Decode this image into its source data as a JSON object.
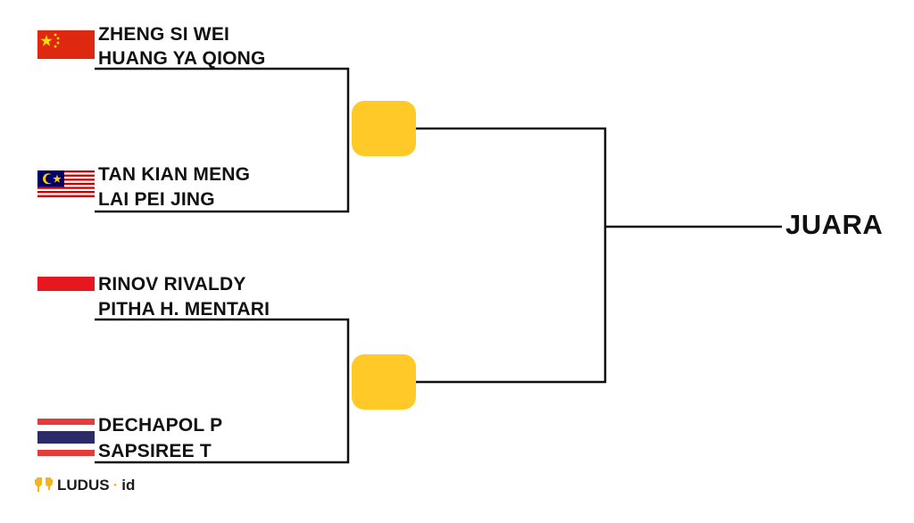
{
  "bracket": {
    "matches": [
      {
        "pairs": [
          {
            "country": "china",
            "player1": "ZHENG SI WEI",
            "player2": "HUANG YA QIONG"
          },
          {
            "country": "malaysia",
            "player1": "TAN KIAN MENG",
            "player2": "LAI PEI JING"
          }
        ]
      },
      {
        "pairs": [
          {
            "country": "indonesia",
            "player1": "RINOV RIVALDY",
            "player2": "PITHA H. MENTARI"
          },
          {
            "country": "thailand",
            "player1": "DECHAPOL P",
            "player2": "SAPSIREE T"
          }
        ]
      }
    ],
    "final_label": "JUARA"
  },
  "logo": {
    "name": "LUDUS",
    "suffix": "id",
    "separator": "·",
    "icon": "trophy-icon"
  },
  "colors": {
    "score_box": "#ffc928",
    "lines": "#111111",
    "logo_accent": "#f2b51d"
  }
}
